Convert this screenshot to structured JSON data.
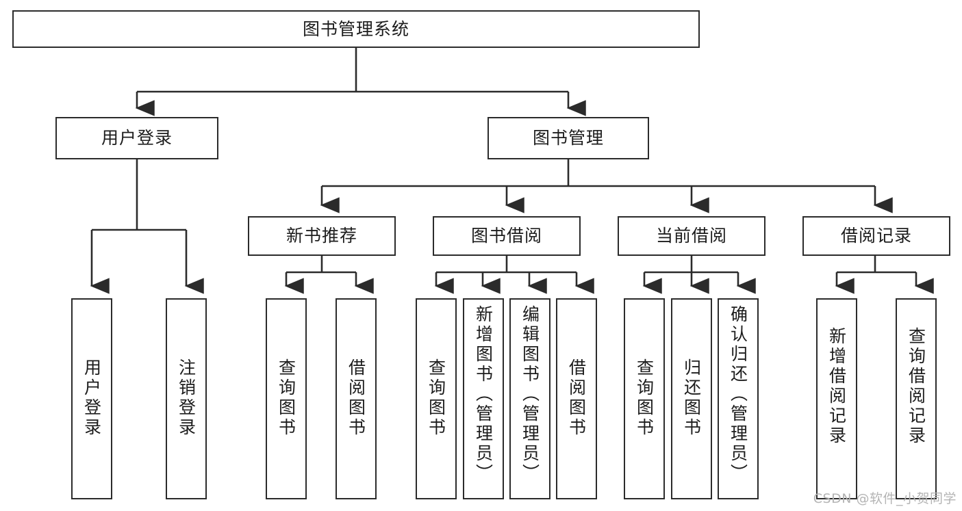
{
  "diagram": {
    "type": "tree-hierarchy-chart",
    "title": "图书管理系统",
    "watermark": "CSDN @软件_小贺同学",
    "colors": {
      "box_border": "#2b2b2b",
      "box_fill": "#ffffff",
      "connector": "#2b2b2b",
      "text": "#1c1c1c",
      "watermark": "#b4b4b4",
      "background": "#ffffff"
    },
    "nodes": {
      "root": {
        "label": "图书管理系统",
        "level": 1,
        "orientation": "horizontal"
      },
      "user_login": {
        "label": "用户登录",
        "level": 2,
        "orientation": "horizontal"
      },
      "book_manage": {
        "label": "图书管理",
        "level": 2,
        "orientation": "horizontal"
      },
      "new_book_rec": {
        "label": "新书推荐",
        "level": 3,
        "orientation": "horizontal"
      },
      "book_borrow": {
        "label": "图书借阅",
        "level": 3,
        "orientation": "horizontal"
      },
      "current_borrow": {
        "label": "当前借阅",
        "level": 3,
        "orientation": "horizontal"
      },
      "borrow_record": {
        "label": "借阅记录",
        "level": 3,
        "orientation": "horizontal"
      },
      "leaf_user_login": {
        "label": "用户登录",
        "level": 4,
        "orientation": "vertical"
      },
      "leaf_logout": {
        "label": "注销登录",
        "level": 4,
        "orientation": "vertical"
      },
      "leaf_query_book_1": {
        "label": "查询图书",
        "level": 4,
        "orientation": "vertical"
      },
      "leaf_borrow_book_1": {
        "label": "借阅图书",
        "level": 4,
        "orientation": "vertical"
      },
      "leaf_query_book_2": {
        "label": "查询图书",
        "level": 4,
        "orientation": "vertical"
      },
      "leaf_add_book": {
        "label": "新增图书（管理员）",
        "level": 4,
        "orientation": "vertical"
      },
      "leaf_edit_book": {
        "label": "编辑图书（管理员）",
        "level": 4,
        "orientation": "vertical"
      },
      "leaf_borrow_book_2": {
        "label": "借阅图书",
        "level": 4,
        "orientation": "vertical"
      },
      "leaf_query_book_3": {
        "label": "查询图书",
        "level": 4,
        "orientation": "vertical"
      },
      "leaf_return_book": {
        "label": "归还图书",
        "level": 4,
        "orientation": "vertical"
      },
      "leaf_confirm_return": {
        "label": "确认归还（管理员）",
        "level": 4,
        "orientation": "vertical"
      },
      "leaf_add_record": {
        "label": "新增借阅记录",
        "level": 4,
        "orientation": "vertical"
      },
      "leaf_query_record": {
        "label": "查询借阅记录",
        "level": 4,
        "orientation": "vertical"
      }
    },
    "edges": [
      {
        "from": "root",
        "to": "user_login"
      },
      {
        "from": "root",
        "to": "book_manage"
      },
      {
        "from": "book_manage",
        "to": "new_book_rec"
      },
      {
        "from": "book_manage",
        "to": "book_borrow"
      },
      {
        "from": "book_manage",
        "to": "current_borrow"
      },
      {
        "from": "book_manage",
        "to": "borrow_record"
      },
      {
        "from": "user_login",
        "to": "leaf_user_login"
      },
      {
        "from": "user_login",
        "to": "leaf_logout"
      },
      {
        "from": "new_book_rec",
        "to": "leaf_query_book_1"
      },
      {
        "from": "new_book_rec",
        "to": "leaf_borrow_book_1"
      },
      {
        "from": "book_borrow",
        "to": "leaf_query_book_2"
      },
      {
        "from": "book_borrow",
        "to": "leaf_add_book"
      },
      {
        "from": "book_borrow",
        "to": "leaf_edit_book"
      },
      {
        "from": "book_borrow",
        "to": "leaf_borrow_book_2"
      },
      {
        "from": "current_borrow",
        "to": "leaf_query_book_3"
      },
      {
        "from": "current_borrow",
        "to": "leaf_return_book"
      },
      {
        "from": "current_borrow",
        "to": "leaf_confirm_return"
      },
      {
        "from": "borrow_record",
        "to": "leaf_add_record"
      },
      {
        "from": "borrow_record",
        "to": "leaf_query_record"
      }
    ]
  }
}
